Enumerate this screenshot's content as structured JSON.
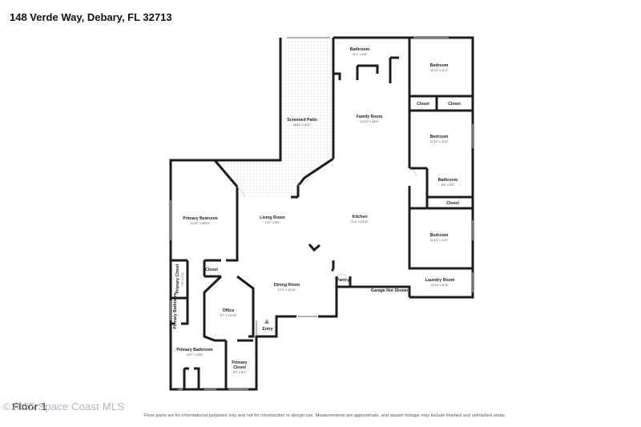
{
  "address": "148 Verde Way, Debary, FL 32713",
  "rooms": {
    "bathroom_top": {
      "name": "Bathroom",
      "dims": "11'1\" x 6'9\""
    },
    "bedroom_1": {
      "name": "Bedroom",
      "dims": "11'10\" x 11'2\""
    },
    "closet_1": {
      "name": "Closet"
    },
    "closet_2": {
      "name": "Closet"
    },
    "screened_patio": {
      "name": "Screened Patio",
      "dims": "23'11\" x 31'1\""
    },
    "family_room": {
      "name": "Family Room",
      "dims": "14'10\" x 18'9\""
    },
    "bedroom_2": {
      "name": "Bedroom",
      "dims": "11'10\" x 11'6\""
    },
    "bathroom_mid": {
      "name": "Bathroom",
      "dims": "8'0\" x 5'2\""
    },
    "closet_3": {
      "name": "Closet"
    },
    "primary_bedroom": {
      "name": "Primary Bedroom",
      "dims": "12'11\" x 28'10\""
    },
    "living_room": {
      "name": "Living Room",
      "dims": "13'7\" x 9'9\""
    },
    "kitchen": {
      "name": "Kitchen",
      "dims": "21'6\" x 23'10\""
    },
    "bedroom_3": {
      "name": "Bedroom",
      "dims": "11'10\" x 11'9\""
    },
    "primary_closet": {
      "name": "Primary Closet",
      "dims": "7'3\" x 4'11\""
    },
    "closet_4": {
      "name": "Closet"
    },
    "pantry": {
      "name": "Pantry"
    },
    "laundry_room": {
      "name": "Laundry Room",
      "dims": "11'10\" x 5'11\""
    },
    "garage": {
      "name": "Garage Not Shown"
    },
    "dining_room": {
      "name": "Dining Room",
      "dims": "17'3\" x 10'11\""
    },
    "office": {
      "name": "Office",
      "dims": "9'7\" x 12'10\""
    },
    "primary_bathroom_label": {
      "name": "Primary Bathroom"
    },
    "primary_bathroom": {
      "name": "Primary Bathroom",
      "dims": "10'7\" x 19'6\""
    },
    "primary_closet_2": {
      "name": "Primary Closet",
      "dims": "5'2\" x 8'4\""
    },
    "entry": {
      "name": "Entry"
    }
  },
  "floor_label": "Floor 1",
  "watermark": "©2025 Space Coast MLS",
  "disclaimer": "Floor plans are for informational purposes only and not for construction or design use. Measurements are approximate, and square footage may include finished and unfinished areas."
}
